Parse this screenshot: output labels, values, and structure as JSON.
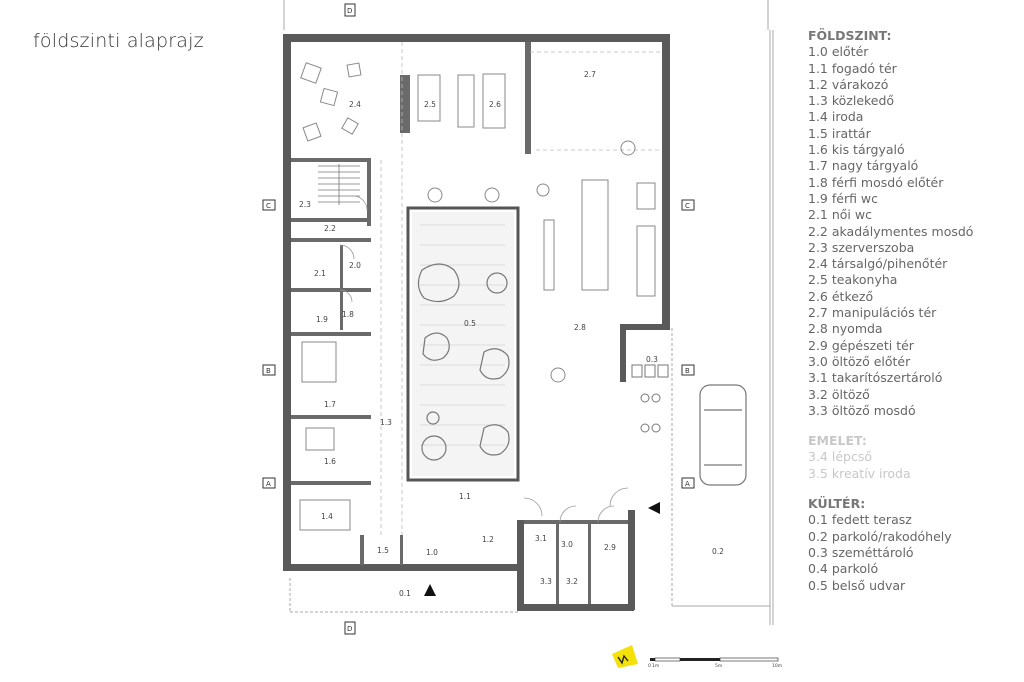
{
  "title": "földszinti alaprajz",
  "legend": {
    "groups": [
      {
        "header": "FÖLDSZINT:",
        "dim": false,
        "items": [
          "1.0 előtér",
          "1.1 fogadó tér",
          "1.2 várakozó",
          "1.3 közlekedő",
          "1.4 iroda",
          "1.5 irattár",
          "1.6 kis tárgyaló",
          "1.7 nagy tárgyaló",
          "1.8 férfi mosdó előtér",
          "1.9 férfi wc",
          "2.1 női wc",
          "2.2 akadálymentes mosdó",
          "2.3 szerverszoba",
          "2.4 társalgó/pihenőtér",
          "2.5 teakonyha",
          "2.6 étkező",
          "2.7 manipulációs tér",
          "2.8 nyomda",
          "2.9 gépészeti tér",
          "3.0 öltöző előtér",
          "3.1 takarítószertároló",
          "3.2 öltöző",
          "3.3 öltöző mosdó"
        ]
      },
      {
        "header": "EMELET:",
        "dim": true,
        "items": [
          "3.4 lépcső",
          "3.5 kreatív iroda"
        ]
      },
      {
        "header": "KÜLTÉR:",
        "dim": false,
        "items": [
          "0.1 fedett terasz",
          "0.2 parkoló/rakodóhely",
          "0.3 szeméttároló",
          "0.4 parkoló",
          "0.5 belső udvar"
        ]
      }
    ]
  },
  "rooms": {
    "r24": "2.4",
    "r25": "2.5",
    "r26": "2.6",
    "r27": "2.7",
    "r23": "2.3",
    "r22": "2.2",
    "r21": "2.1",
    "r20": "2.0",
    "r19": "1.9",
    "r18": "1.8",
    "r17": "1.7",
    "r16": "1.6",
    "r14": "1.4",
    "r15": "1.5",
    "r13": "1.3",
    "r10": "1.0",
    "r12": "1.2",
    "r11": "1.1",
    "r05": "0.5",
    "r28": "2.8",
    "r03": "0.3",
    "r31": "3.1",
    "r30": "3.0",
    "r29": "2.9",
    "r33": "3.3",
    "r32": "3.2",
    "r02": "0.2",
    "r01": "0.1"
  },
  "sections": {
    "a": "A",
    "b": "B",
    "c": "C",
    "d": "D"
  },
  "scale": {
    "t0": "0",
    "t1": "1m",
    "t2": "5m",
    "t3": "10m"
  },
  "colors": {
    "wall": "#5a5a5a",
    "line": "#8a8a8a",
    "light": "#b8b8b8",
    "logo": "#f4e10a"
  }
}
